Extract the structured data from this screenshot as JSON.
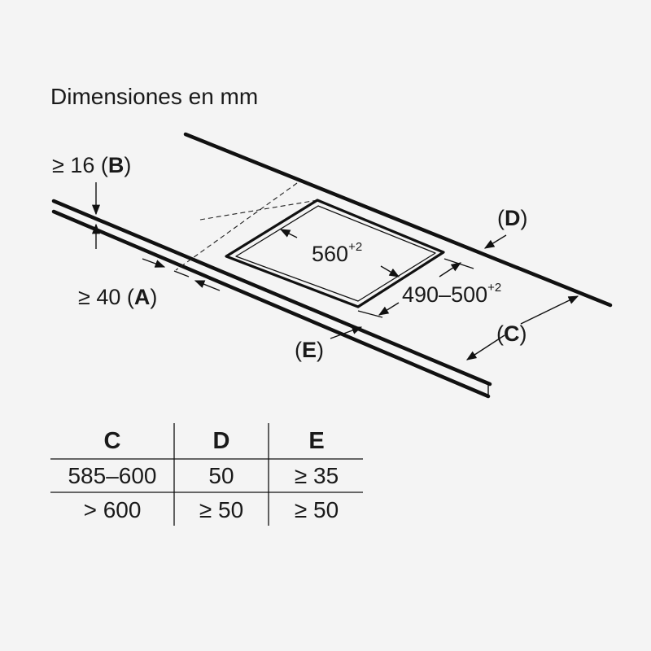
{
  "title": "Dimensiones en mm",
  "labels": {
    "b_prefix": "≥ 16 (",
    "b_letter": "B",
    "b_suffix": ")",
    "a_prefix": "≥ 40 (",
    "a_letter": "A",
    "a_suffix": ")",
    "d_prefix": "(",
    "d_letter": "D",
    "d_suffix": ")",
    "c_prefix": "(",
    "c_letter": "C",
    "c_suffix": ")",
    "e_prefix": "(",
    "e_letter": "E",
    "e_suffix": ")",
    "width_main": "560",
    "width_sup": "+2",
    "depth_main": "490–500",
    "depth_sup": "+2"
  },
  "table": {
    "headers": [
      "C",
      "D",
      "E"
    ],
    "rows": [
      [
        "585–600",
        "50",
        "≥ 35"
      ],
      [
        "> 600",
        "≥ 50",
        "≥ 50"
      ]
    ]
  }
}
